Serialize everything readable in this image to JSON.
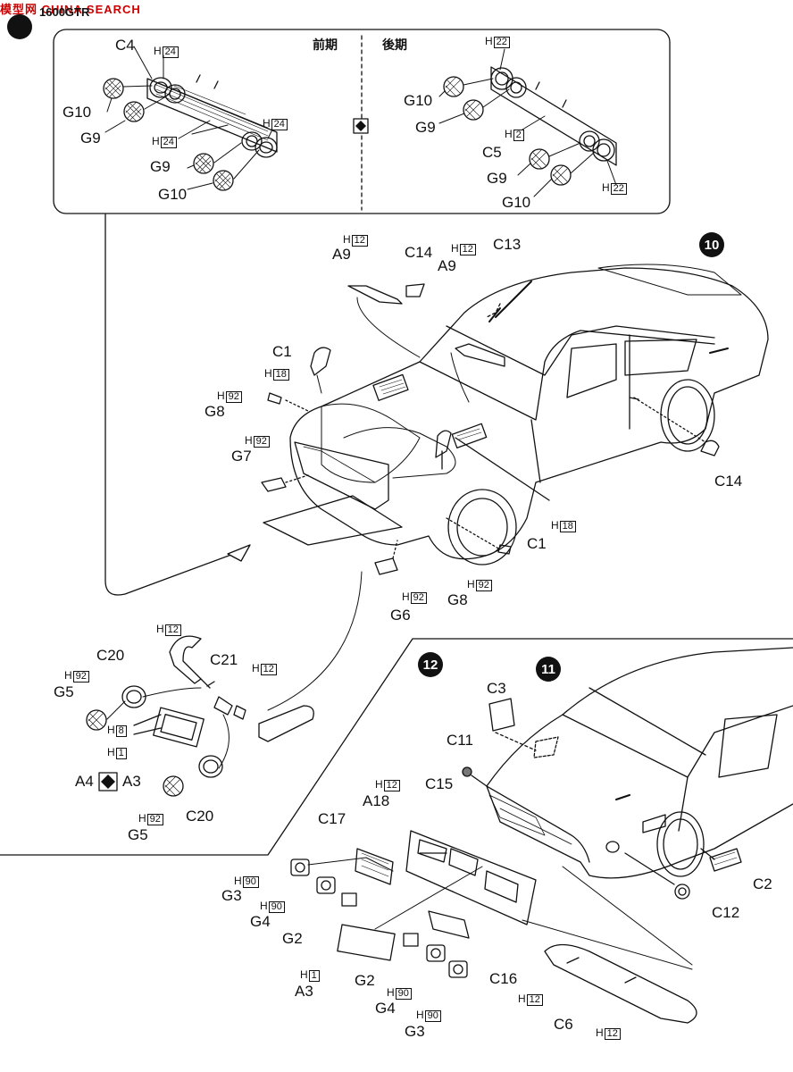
{
  "header": {
    "watermark": "模型网 CHINA SEARCH",
    "model_name": "1600GTR"
  },
  "steps": {
    "step10": "10",
    "step11": "11",
    "step12": "12"
  },
  "variant": {
    "early": "前期",
    "late": "後期"
  },
  "labels": {
    "c4": "C4",
    "g10_a": "G10",
    "g9_a": "G9",
    "g9_b": "G9",
    "g10_b": "G10",
    "g10_c": "G10",
    "g9_c": "G9",
    "c5": "C5",
    "g9_d": "G9",
    "g10_d": "G10",
    "a9_a": "A9",
    "c14_a": "C14",
    "a9_b": "A9",
    "c13": "C13",
    "c1_a": "C1",
    "g8_a": "G8",
    "g7": "G7",
    "c14_b": "C14",
    "c1_b": "C1",
    "g8_b": "G8",
    "g6": "G6",
    "c20_a": "C20",
    "c21": "C21",
    "g5_a": "G5",
    "a4": "A4",
    "a3_a": "A3",
    "c20_b": "C20",
    "g5_b": "G5",
    "c3": "C3",
    "c11": "C11",
    "a18": "A18",
    "c15": "C15",
    "c17": "C17",
    "g3_a": "G3",
    "g4_a": "G4",
    "g2_a": "G2",
    "a3_b": "A3",
    "g2_b": "G2",
    "g4_b": "G4",
    "g3_b": "G3",
    "c16": "C16",
    "c2": "C2",
    "c12": "C12",
    "c6": "C6"
  },
  "h_markers": {
    "h24_a": "24",
    "h24_b": "24",
    "h24_c": "24",
    "h22_a": "22",
    "h2": "2",
    "h22_b": "22",
    "h12_a": "12",
    "h12_b": "12",
    "h18_a": "18",
    "h92_a": "92",
    "h92_b": "92",
    "h18_b": "18",
    "h92_c": "92",
    "h92_d": "92",
    "h12_c": "12",
    "h12_d": "12",
    "h92_e": "92",
    "h8": "8",
    "h1_a": "1",
    "h92_f": "92",
    "h12_e": "12",
    "h90_a": "90",
    "h90_b": "90",
    "h1_b": "1",
    "h90_c": "90",
    "h90_d": "90",
    "h12_f": "12",
    "h12_g": "12"
  }
}
